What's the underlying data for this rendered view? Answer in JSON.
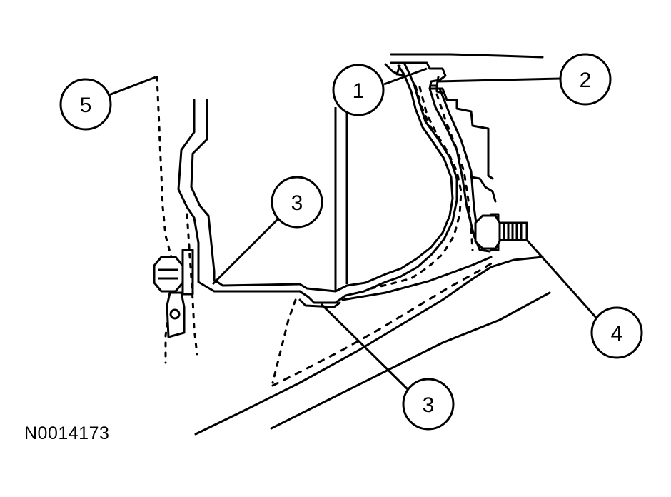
{
  "figure_id": "N0014173",
  "callouts": [
    "1",
    "2",
    "3",
    "3",
    "4",
    "5"
  ],
  "colors": {
    "ink": "#000000",
    "paper": "#ffffff"
  }
}
